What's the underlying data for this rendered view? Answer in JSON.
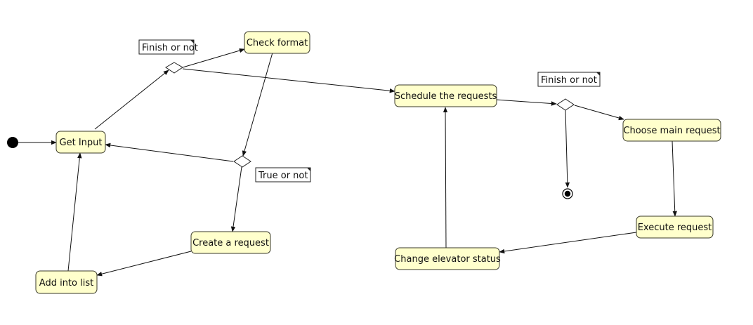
{
  "nodes": {
    "get_input": "Get Input",
    "check_format": "Check format",
    "create_request": "Create a request",
    "add_into_list": "Add into list",
    "schedule_requests": "Schedule the requests",
    "choose_main_request": "Choose main request",
    "execute_request": "Execute request",
    "change_elevator_status": "Change elevator status"
  },
  "notes": {
    "finish_or_not_1": "Finish or not",
    "true_or_not": "True or not",
    "finish_or_not_2": "Finish or not"
  },
  "colors": {
    "node_fill": "#ffffcc",
    "stroke": "#222222"
  }
}
